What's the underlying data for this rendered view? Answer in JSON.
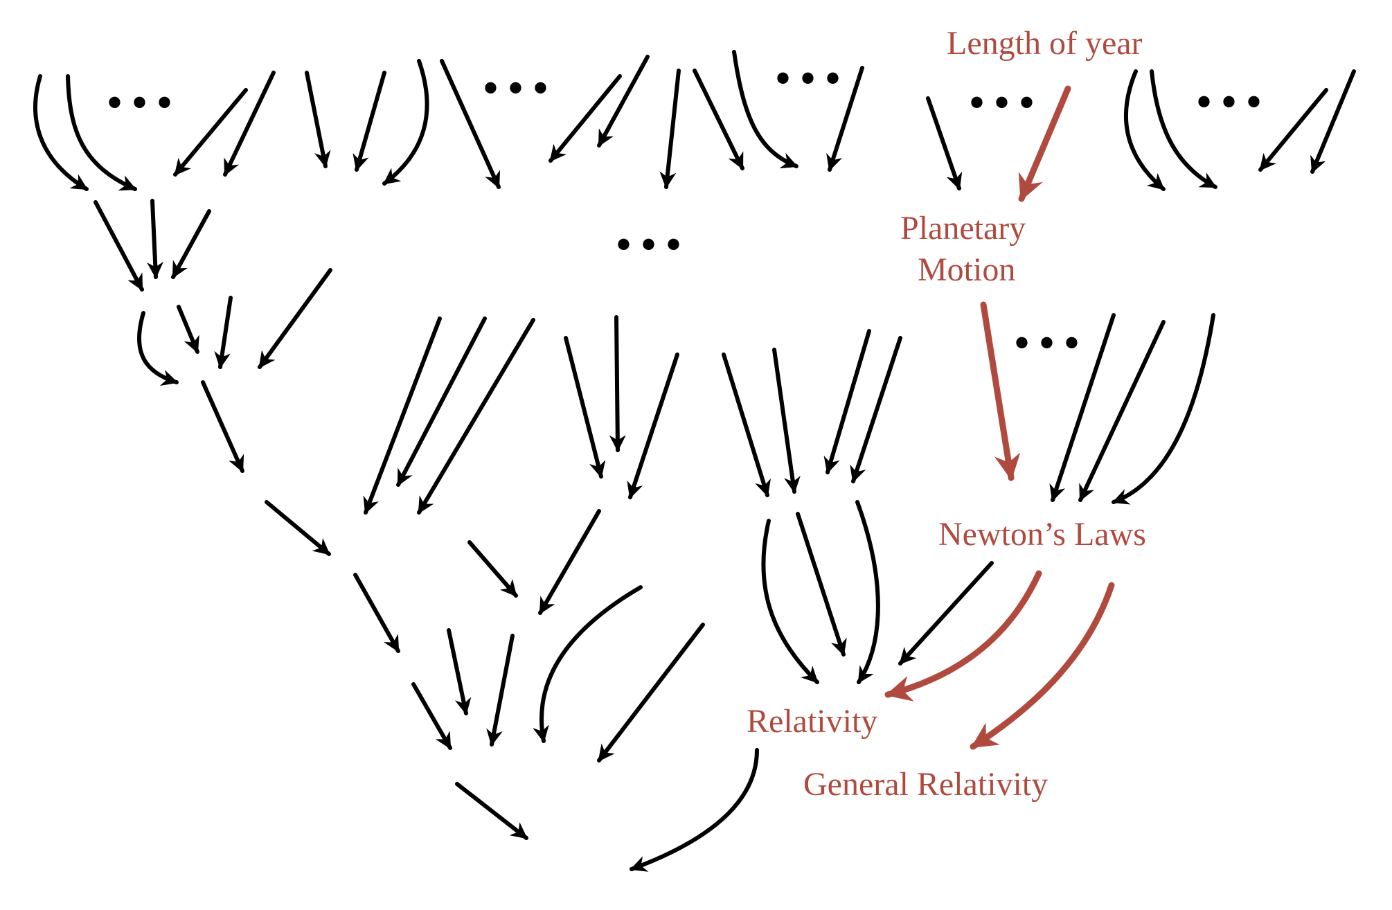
{
  "colors": {
    "ink": "#000000",
    "accent": "#b04a3f"
  },
  "labels": {
    "length_of_year": "Length of year",
    "planetary_motion_1": "Planetary",
    "planetary_motion_2": "Motion",
    "newtons_laws": "Newton’s Laws",
    "relativity": "Relativity",
    "general_relativity": "General Relativity"
  },
  "ellipsis": "• • •"
}
